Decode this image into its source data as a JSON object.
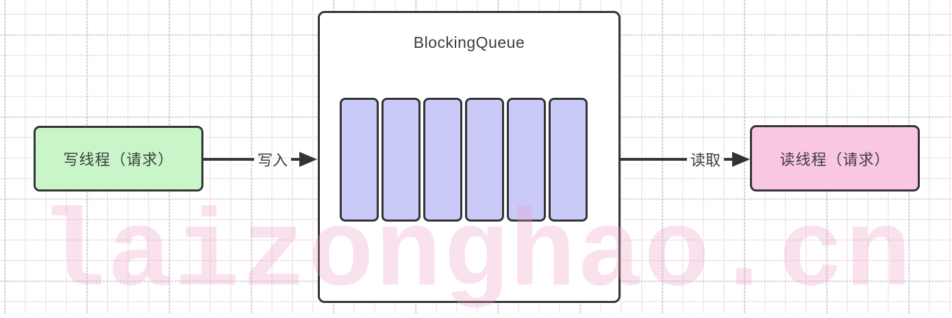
{
  "diagram": {
    "queue": {
      "title": "BlockingQueue",
      "slot_count": 6
    },
    "writer_box": {
      "label": "写线程（请求）"
    },
    "reader_box": {
      "label": "读线程（请求）"
    },
    "write_arrow": {
      "label": "写入"
    },
    "read_arrow": {
      "label": "读取"
    },
    "watermark": "laizonghao.cn",
    "colors": {
      "writer_fill": "#c8f6c9",
      "reader_fill": "#f9c7e1",
      "slot_fill": "#cacaf8",
      "stroke": "#333333",
      "grid_line": "#f7ebee",
      "watermark": "#ec9ec5"
    }
  }
}
